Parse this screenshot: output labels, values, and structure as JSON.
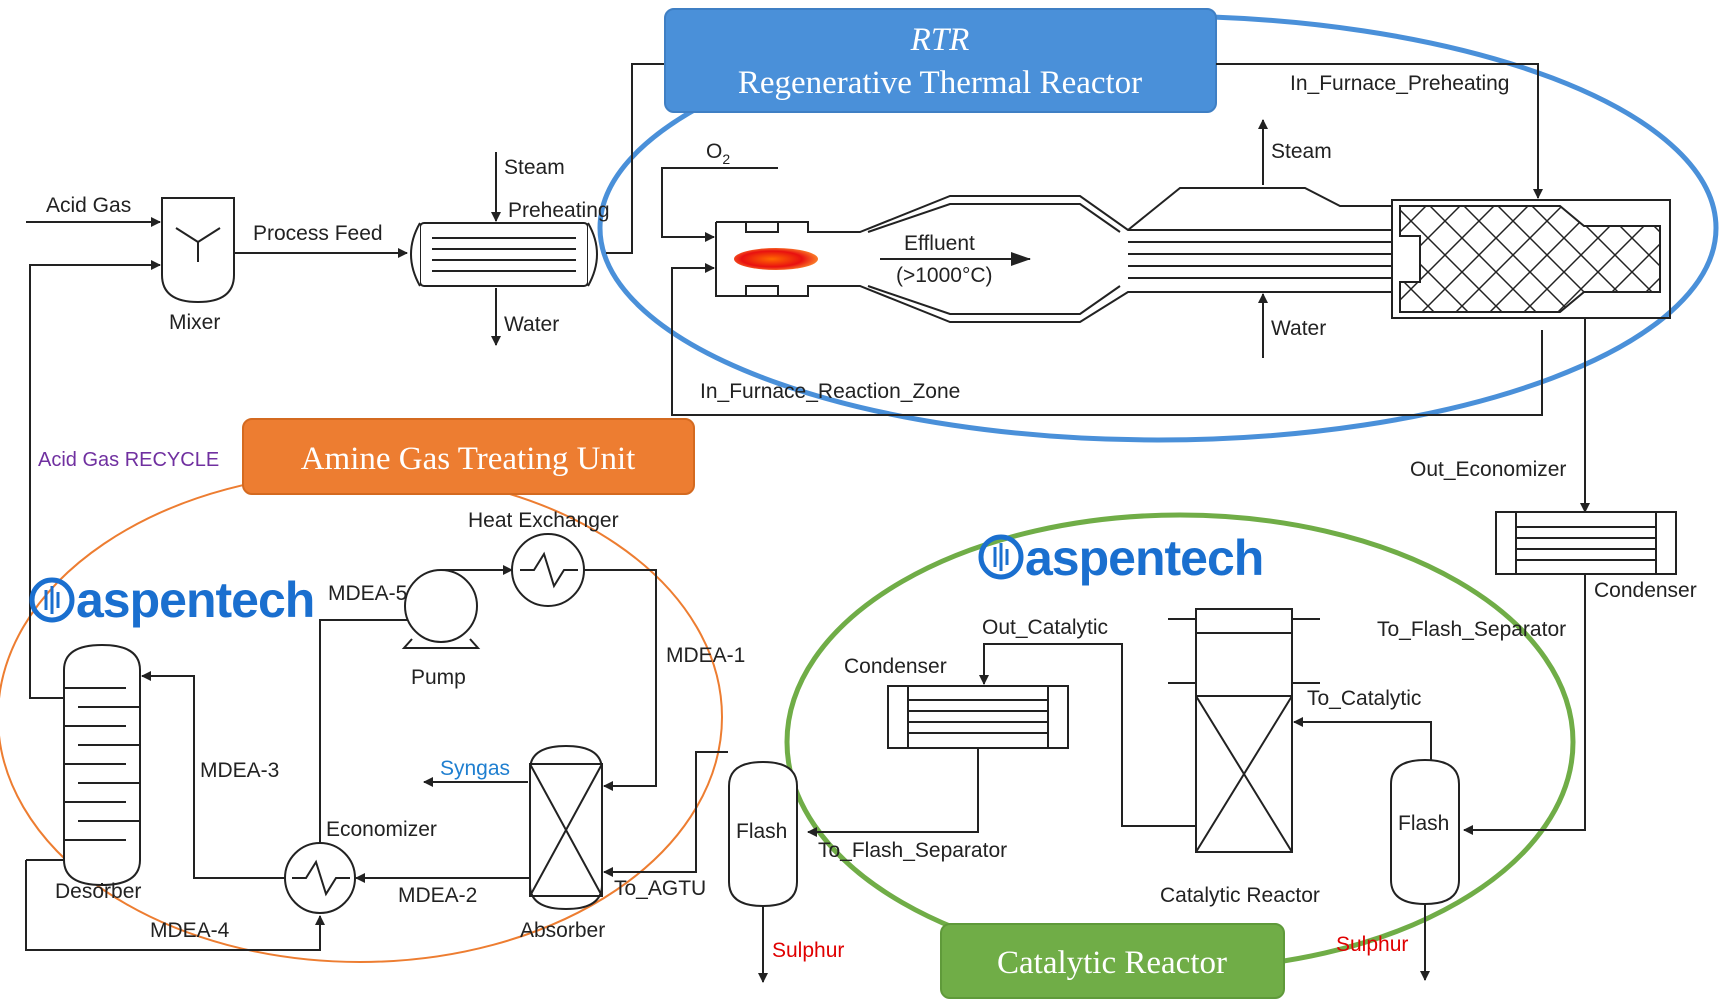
{
  "groups": {
    "rtr_title": "RTR",
    "rtr_subtitle": "Regenerative Thermal Reactor",
    "amine": "Amine Gas Treating Unit",
    "catalytic": "Catalytic Reactor"
  },
  "logos": {
    "aspen": "aspentech"
  },
  "equipment": {
    "mixer": "Mixer",
    "pump": "Pump",
    "heat_exchanger": "Heat Exchanger",
    "economizer": "Economizer",
    "desorber": "Desorber",
    "absorber": "Absorber",
    "flash_left": "Flash",
    "flash_right": "Flash",
    "condenser_right": "Condenser",
    "condenser_mid": "Condenser",
    "catalytic_reactor": "Catalytic Reactor"
  },
  "streams": {
    "acid_gas": "Acid Gas",
    "process_feed": "Process Feed",
    "steam_top": "Steam",
    "preheating": "Preheating",
    "water_left": "Water",
    "o2": "O",
    "o2_sub": "2",
    "effluent": "Effluent",
    "effluent_temp": "(>1000°C)",
    "steam_rtr": "Steam",
    "water_rtr": "Water",
    "in_furnace_preheating": "In_Furnace_Preheating",
    "in_furnace_reaction_zone": "In_Furnace_Reaction_Zone",
    "out_economizer": "Out_Economizer",
    "acid_gas_recycle": "Acid Gas RECYCLE",
    "mdea1": "MDEA-1",
    "mdea2": "MDEA-2",
    "mdea3": "MDEA-3",
    "mdea4": "MDEA-4",
    "mdea5": "MDEA-5",
    "syngas": "Syngas",
    "to_agtu": "To_AGTU",
    "out_catalytic": "Out_Catalytic",
    "to_catalytic": "To_Catalytic",
    "to_flash_sep_left": "To_Flash_Separator",
    "to_flash_sep_right": "To_Flash_Separator",
    "sulphur_left": "Sulphur",
    "sulphur_right": "Sulphur"
  },
  "colors": {
    "rtr_box": "#4a90d9",
    "rtr_ellipse": "#4a90d9",
    "amine_box": "#ed7d31",
    "amine_ellipse": "#ed7d31",
    "catalytic_box": "#70ad47",
    "catalytic_ellipse": "#70ad47",
    "logo": "#1a6fcf",
    "recycle_text": "#7030a0",
    "syngas_text": "#1f7fd0",
    "sulphur_text": "#e00000"
  }
}
